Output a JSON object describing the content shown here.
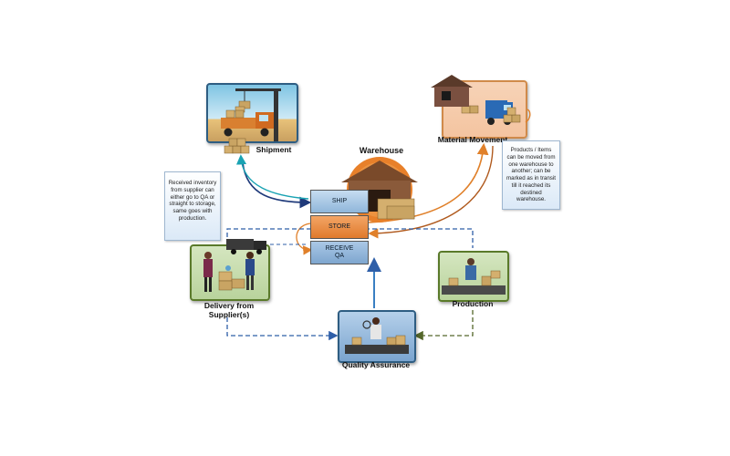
{
  "labels": {
    "shipment": "Shipment",
    "warehouse": "Warehouse",
    "material_movement": "Material Movement",
    "delivery_line1": "Delivery from",
    "delivery_line2": "Supplier(s)",
    "production": "Production",
    "quality_assurance": "Quality Assurance"
  },
  "stack": {
    "ship": "SHIP",
    "store": "STORE",
    "receive_line1": "RECEIVE",
    "receive_line2": "QA"
  },
  "notes": {
    "received": [
      "Received inventory",
      "from supplier can",
      "either go to QA or",
      "straight to storage,",
      "same goes with",
      "production."
    ],
    "movement": [
      "Products / Items",
      "can be moved from",
      "one warehouse to",
      "another; can be",
      "marked as in transit",
      "till it reached its",
      "destined",
      "warehouse."
    ]
  },
  "colors": {
    "ship_btn": "#9fc3e2",
    "store_btn": "#e8823a",
    "receive_btn": "#8fb3d6",
    "navy_arrow": "#1f3a7a",
    "teal_arrow": "#1aa3b3",
    "orange_arrow": "#e0802a",
    "blue_dash": "#2f5fa8",
    "green_dash": "#55672a",
    "panel_blue_border": "#2e5d82",
    "panel_green_border": "#5a7a2a",
    "panel_orange_border": "#d08a4a"
  },
  "icons": [
    "crane-icon",
    "truck-icon",
    "house-icon",
    "boxes-icon",
    "worker-icon",
    "inspector-icon",
    "conveyor-icon"
  ]
}
